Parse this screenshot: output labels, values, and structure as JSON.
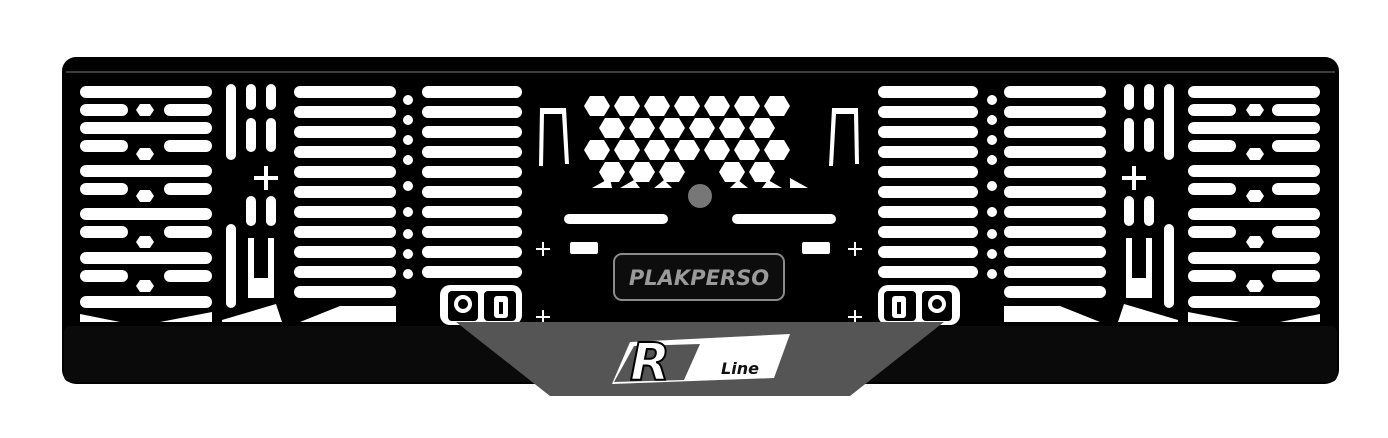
{
  "plate_frame": {
    "brand_badge": "PLAKPERSO",
    "logo": {
      "mark": "R",
      "word": "Line"
    }
  },
  "colors": {
    "frame": "#000000",
    "cutout": "#ffffff",
    "bottom_panel": "#555555",
    "badge_border": "#8a8a8a",
    "badge_text": "#9a9a9a",
    "screw_hole": "#777777"
  }
}
